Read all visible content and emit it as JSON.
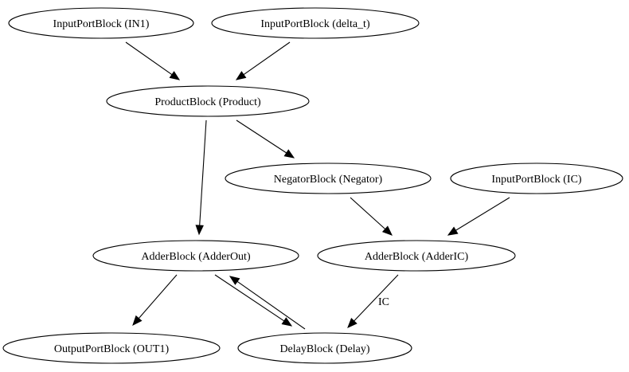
{
  "diagram": {
    "type": "directed-graph",
    "nodes": [
      {
        "id": "in1",
        "label": "InputPortBlock (IN1)"
      },
      {
        "id": "delta_t",
        "label": "InputPortBlock (delta_t)"
      },
      {
        "id": "product",
        "label": "ProductBlock (Product)"
      },
      {
        "id": "negator",
        "label": "NegatorBlock (Negator)"
      },
      {
        "id": "ic",
        "label": "InputPortBlock (IC)"
      },
      {
        "id": "adderout",
        "label": "AdderBlock (AdderOut)"
      },
      {
        "id": "adderic",
        "label": "AdderBlock (AdderIC)"
      },
      {
        "id": "out1",
        "label": "OutputPortBlock (OUT1)"
      },
      {
        "id": "delay",
        "label": "DelayBlock (Delay)"
      }
    ],
    "edges": [
      {
        "from": "in1",
        "to": "product",
        "label": ""
      },
      {
        "from": "delta_t",
        "to": "product",
        "label": ""
      },
      {
        "from": "product",
        "to": "adderout",
        "label": ""
      },
      {
        "from": "product",
        "to": "negator",
        "label": ""
      },
      {
        "from": "negator",
        "to": "adderic",
        "label": ""
      },
      {
        "from": "ic",
        "to": "adderic",
        "label": ""
      },
      {
        "from": "adderout",
        "to": "out1",
        "label": ""
      },
      {
        "from": "adderout",
        "to": "delay",
        "label": ""
      },
      {
        "from": "delay",
        "to": "adderout",
        "label": ""
      },
      {
        "from": "adderic",
        "to": "delay",
        "label": "IC"
      }
    ]
  },
  "colors": {
    "stroke": "#000000",
    "fill": "#ffffff",
    "text": "#000000"
  }
}
